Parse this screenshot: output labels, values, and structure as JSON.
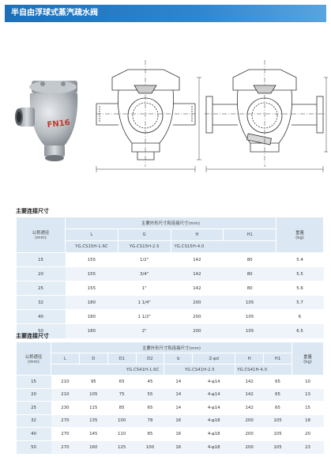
{
  "page": {
    "title": "半自由浮球式蒸汽疏水阀",
    "figure_label": "FN16"
  },
  "table1": {
    "title": "主要连接尺寸",
    "h_dn": "公称通径\n(mm)",
    "h_group": "主要外形尺寸和连接尺寸(mm)",
    "h_weight": "重量\n(kg)",
    "cols": [
      "L",
      "G",
      "H",
      "H1"
    ],
    "models": [
      "YG.CS15H-1.6C",
      "YG.CS15H-2.5",
      "YG.CS15H-4.0"
    ],
    "rows": [
      [
        "15",
        "155",
        "1/2\"",
        "142",
        "80",
        "5.4"
      ],
      [
        "20",
        "155",
        "3/4\"",
        "142",
        "80",
        "5.5"
      ],
      [
        "25",
        "155",
        "1\"",
        "142",
        "80",
        "5.6"
      ],
      [
        "32",
        "180",
        "1 1/4\"",
        "200",
        "105",
        "5.7"
      ],
      [
        "40",
        "180",
        "1 1/2\"",
        "200",
        "105",
        "6"
      ],
      [
        "50",
        "180",
        "2\"",
        "200",
        "105",
        "6.5"
      ]
    ]
  },
  "table2": {
    "title": "主要连接尺寸",
    "h_dn": "公称通径\n(mm)",
    "h_group": "主要外形尺寸和连接尺寸(mm)",
    "h_weight": "重量\n(kg)",
    "cols": [
      "L",
      "D",
      "D1",
      "D2",
      "b",
      "Z-φd",
      "H",
      "H1"
    ],
    "models": [
      "YG.CS41H-1.6C",
      "YG.CS41H-2.5",
      "YG.CS41H-4.0"
    ],
    "rows": [
      [
        "15",
        "210",
        "95",
        "65",
        "45",
        "14",
        "4-φ14",
        "142",
        "65",
        "10"
      ],
      [
        "20",
        "210",
        "105",
        "75",
        "55",
        "14",
        "4-φ14",
        "142",
        "65",
        "13"
      ],
      [
        "25",
        "230",
        "115",
        "85",
        "65",
        "14",
        "4-φ14",
        "142",
        "65",
        "15"
      ],
      [
        "32",
        "270",
        "135",
        "100",
        "78",
        "16",
        "4-φ18",
        "200",
        "105",
        "18"
      ],
      [
        "40",
        "270",
        "145",
        "110",
        "85",
        "16",
        "4-φ18",
        "200",
        "105",
        "20"
      ],
      [
        "50",
        "270",
        "160",
        "125",
        "100",
        "16",
        "4-φ18",
        "200",
        "105",
        "23"
      ]
    ]
  }
}
